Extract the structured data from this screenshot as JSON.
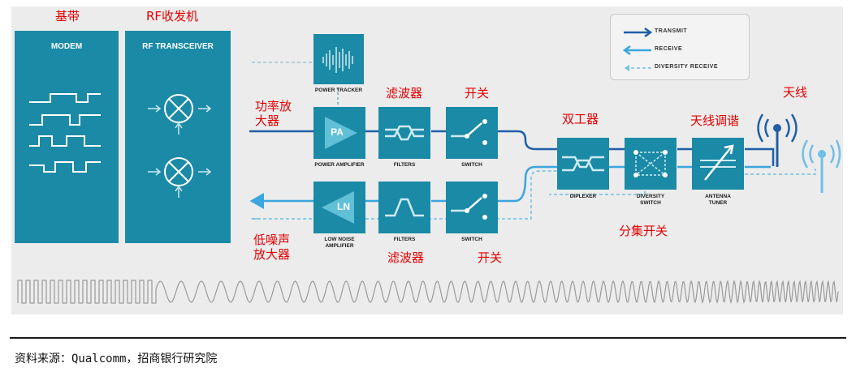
{
  "cards": {
    "modem": "MODEM",
    "rf_transceiver": "RF TRANSCEIVER"
  },
  "blocks": {
    "power_tracker": "POWER TRACKER",
    "pa_symbol": "PA",
    "power_amplifier": "POWER AMPLIFIER",
    "filters_tx": "FILTERS",
    "switch_tx": "SWITCH",
    "ln_symbol": "LN",
    "low_noise_amplifier_1": "LOW NOISE",
    "low_noise_amplifier_2": "AMPLIFIER",
    "filters_rx": "FILTERS",
    "switch_rx": "SWITCH",
    "diplexer": "DIPLEXER",
    "diversity_switch_1": "DIVERSITY",
    "diversity_switch_2": "SWITCH",
    "antenna_tuner_1": "ANTENNA",
    "antenna_tuner_2": "TUNER"
  },
  "legend": {
    "transmit": "TRANSMIT",
    "receive": "RECEIVE",
    "diversity_receive": "DIVERSITY RECEIVE"
  },
  "annotations": {
    "baseband": "基带",
    "rf_transceiver": "RF收发机",
    "pa_line1": "功率放",
    "pa_line2": "大器",
    "filter_top": "滤波器",
    "switch_top": "开关",
    "duplexer": "双工器",
    "antenna_tuning": "天线调谐",
    "antenna": "天线",
    "lna_line1": "低噪声",
    "lna_line2": "放大器",
    "filter_bottom": "滤波器",
    "switch_bottom": "开关",
    "diversity_switch": "分集开关"
  },
  "colors": {
    "block": "#1a8aa6",
    "transmit": "#1f5fa8",
    "receive": "#3aa6df",
    "annotation": "#e50000"
  },
  "footer": {
    "source": "资料来源：Qualcomm，招商银行研究院"
  }
}
